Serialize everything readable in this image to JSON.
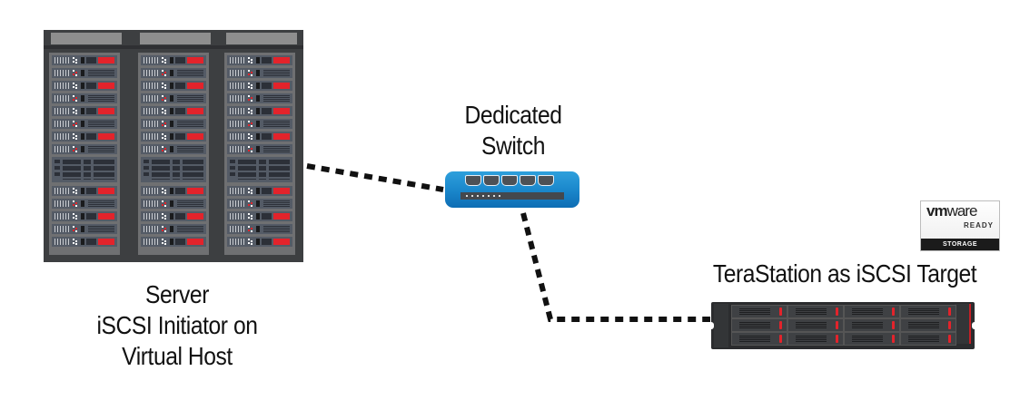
{
  "nodes": {
    "server": {
      "label_lines": [
        "Server",
        "iSCSI Initiator on",
        "Virtual Host"
      ],
      "icon": "server-rack-icon"
    },
    "switch": {
      "label_lines": [
        "Dedicated",
        "Switch"
      ],
      "icon": "network-switch-icon",
      "port_count": 5
    },
    "terastation": {
      "label": "TeraStation as iSCSI Target",
      "icon": "nas-storage-icon",
      "drive_bays": 12
    }
  },
  "badge": {
    "brand_bold": "vm",
    "brand_light": "ware",
    "ready": "READY",
    "category": "STORAGE"
  },
  "connections": [
    {
      "from": "server",
      "to": "switch",
      "style": "dashed"
    },
    {
      "from": "switch",
      "to": "terastation",
      "style": "dashed"
    }
  ],
  "colors": {
    "accent_red": "#e3232b",
    "switch_blue": "#1b88cc",
    "rack_dark": "#3d3f41",
    "link": "#111111"
  }
}
